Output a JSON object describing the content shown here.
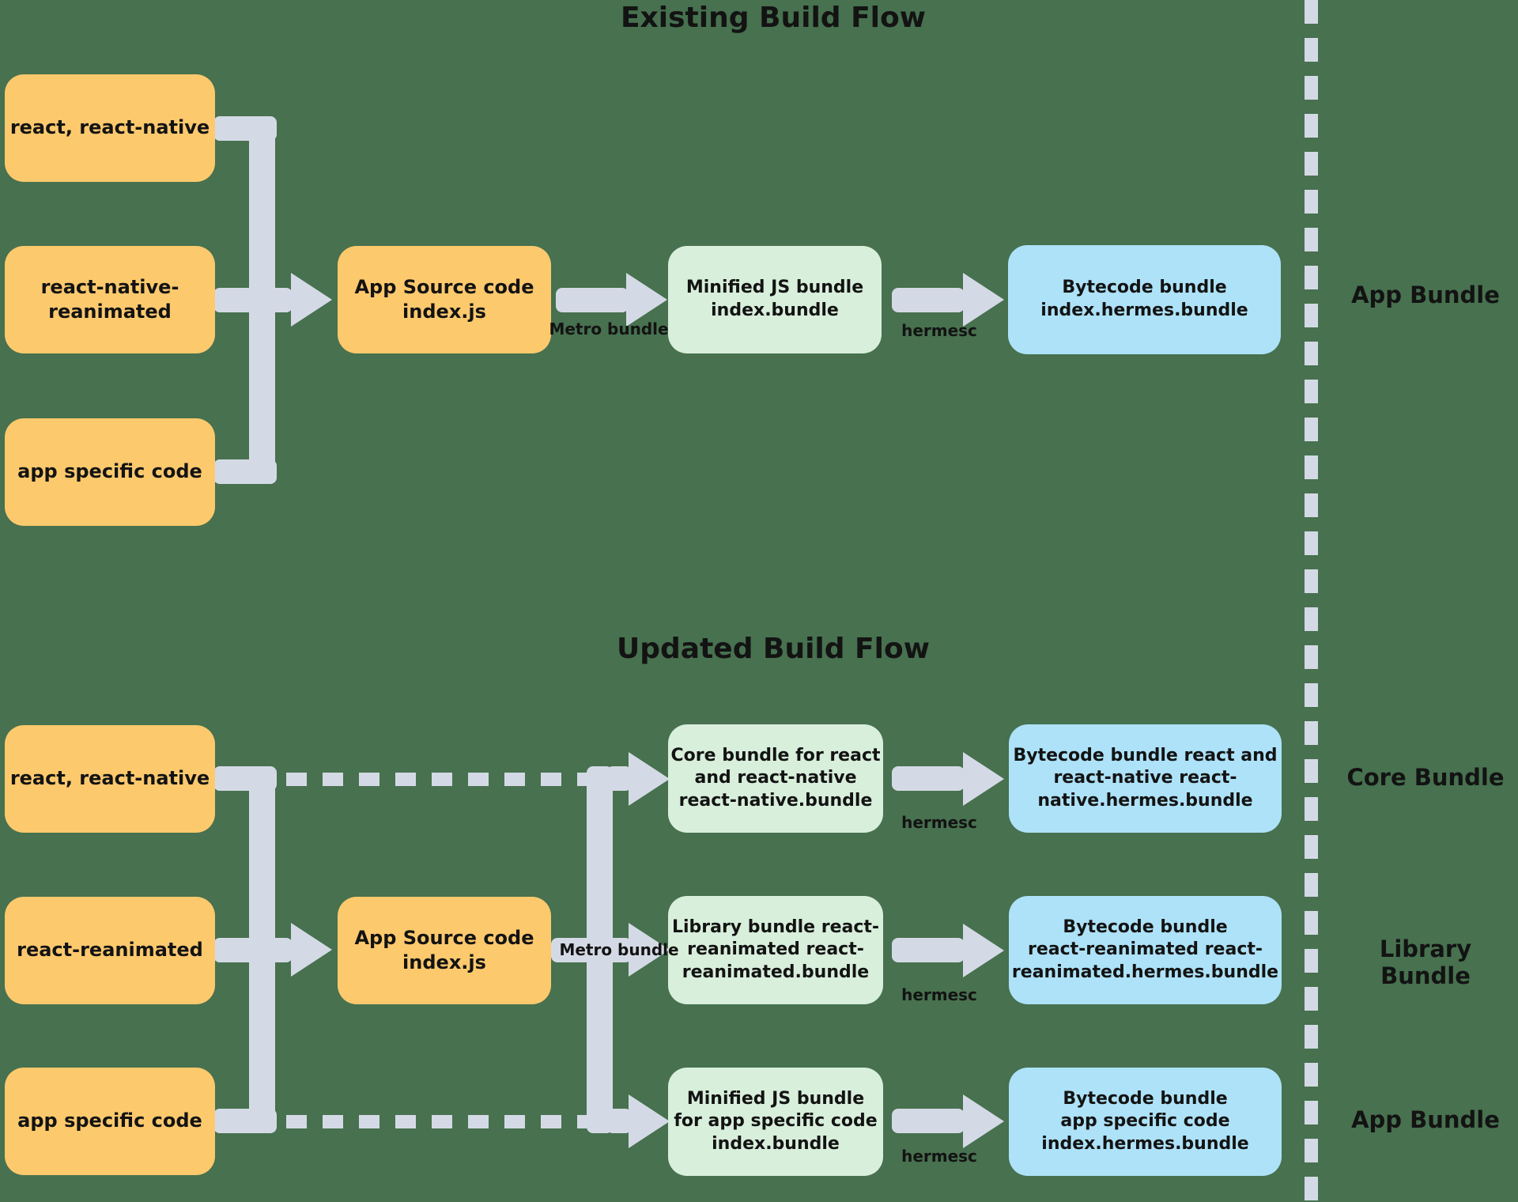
{
  "colors": {
    "background": "#47714F",
    "source_box": "#FDC96D",
    "bundle_box_green": "#D8EFDB",
    "bytecode_box_blue": "#ADE2F8",
    "connector": "#D4DAE5",
    "text": "#131313"
  },
  "existing_flow": {
    "title": "Existing Build Flow",
    "sources": [
      "react, react-native",
      "react-native-\nreanimated",
      "app specific code"
    ],
    "app_source_box": "App Source code\nindex.js",
    "metro_arrow_label": "Metro bundle",
    "minified_box": "Minified JS bundle\nindex.bundle",
    "hermesc_arrow_label": "hermesc",
    "bytecode_box": "Bytecode bundle\nindex.hermes.bundle",
    "output_label": "App Bundle"
  },
  "updated_flow": {
    "title": "Updated Build Flow",
    "sources": [
      "react, react-native",
      "react-reanimated",
      "app specific code"
    ],
    "app_source_box": "App Source code\nindex.js",
    "metro_arrow_label": "Metro bundle",
    "rows": [
      {
        "bundle_box": "Core bundle for react\nand react-native\nreact-native.bundle",
        "hermesc_arrow_label": "hermesc",
        "bytecode_box": "Bytecode bundle react and\nreact-native react-\nnative.hermes.bundle",
        "output_label": "Core Bundle"
      },
      {
        "bundle_box": "Library bundle react-\nreanimated react-\nreanimated.bundle",
        "hermesc_arrow_label": "hermesc",
        "bytecode_box": "Bytecode bundle\nreact-reanimated react-\nreanimated.hermes.bundle",
        "output_label": "Library Bundle"
      },
      {
        "bundle_box": "Minified JS bundle\nfor app specific code\nindex.bundle",
        "hermesc_arrow_label": "hermesc",
        "bytecode_box": "Bytecode bundle\napp specific code\nindex.hermes.bundle",
        "output_label": "App Bundle"
      }
    ]
  }
}
